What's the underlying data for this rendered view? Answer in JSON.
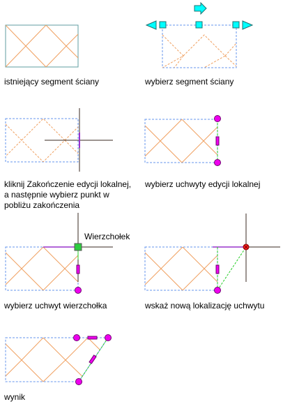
{
  "captions": {
    "step1": "istniejący segment ściany",
    "step2": "wybierz segment ściany",
    "step3_line1": "kliknij Zakończenie edycji lokalnej,",
    "step3_line2": "a następnie wybierz punkt w",
    "step3_line3": "pobliżu zakończenia",
    "step4": "wybierz uchwyty edycji lokalnej",
    "step5": "wybierz uchwyt wierzchołka",
    "step6": "wskaż nową lokalizację uchwytu",
    "step7": "wynik"
  },
  "labels": {
    "vertex": "Wierzchołek"
  },
  "colors": {
    "wall_outline": "#5f9ea0",
    "dashed_outline": "#6495ed",
    "hatch": "#f0a060",
    "crosshair": "#3a2a20",
    "crosshair_purple": "#9932cc",
    "grip_cyan": "#00ffff",
    "grip_magenta": "#ee00ee",
    "grip_green": "#2ecc40",
    "rubber_band": "#22cc22",
    "cursor_red": "#ff2020"
  },
  "icons": {
    "grip_arrow": "arrow-grip-icon",
    "grip_square": "square-grip-icon",
    "grip_circle": "circle-grip-icon",
    "crosshair": "crosshair-cursor-icon"
  }
}
